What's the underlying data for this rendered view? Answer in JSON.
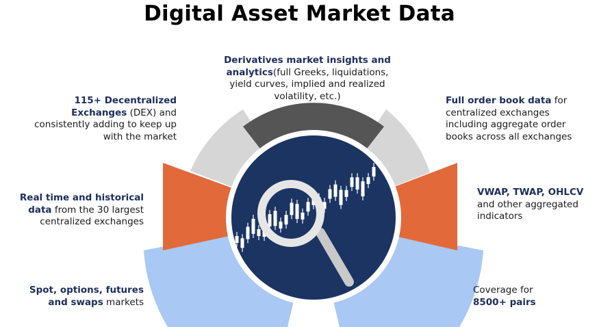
{
  "title": "Digital Asset Market Data",
  "colors": {
    "navy": "#1b3462",
    "dark_gray": "#555555",
    "light_gray": "#d6d6d6",
    "orange": "#e2693a",
    "light_blue": "#a9c8f3",
    "label_bold": "#1c2d5a"
  },
  "segments": [
    {
      "name": "derivatives",
      "bold": "Derivatives market insights and analytics",
      "text": "(full Greeks, liquidations, yield curves, implied and realized volatility, etc.)"
    },
    {
      "name": "dex",
      "bold": "115+ Decentralized Exchanges",
      "text": " (DEX) and consistently adding to keep up with the market"
    },
    {
      "name": "order-book",
      "bold": "Full order book data",
      "text": " for centralized exchanges including aggregate order books across all exchanges"
    },
    {
      "name": "real-time",
      "bold": "Real time and historical data",
      "text": " from the 30 largest centralized exchanges"
    },
    {
      "name": "vwap",
      "bold": "VWAP, TWAP, OHLCV",
      "text": " and other aggregated indicators"
    },
    {
      "name": "spot",
      "bold": "Spot, options, futures and swaps",
      "text": " markets"
    },
    {
      "name": "coverage",
      "text": "Coverage for",
      "bold": "8500+ pairs"
    }
  ],
  "center_icon": "magnifier-over-candlestick-chart-icon"
}
